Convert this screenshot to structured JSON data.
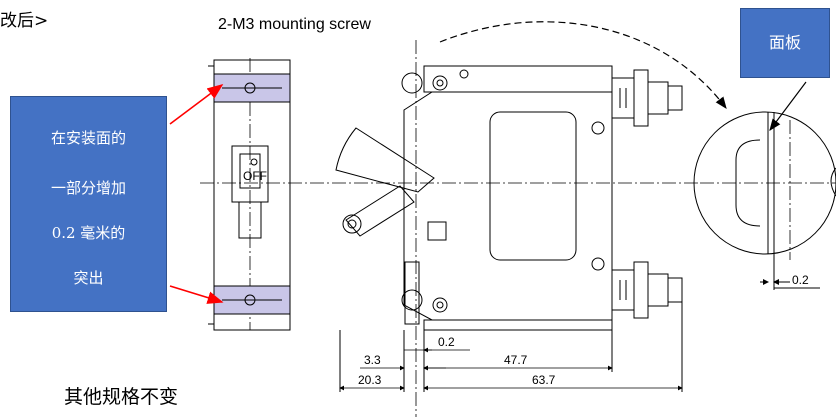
{
  "header_fragment": "改后>",
  "screw_label": "2-M3 mounting screw",
  "left_callout": {
    "lines": [
      "在安装面的",
      "一部分增加",
      "0.2 毫米的",
      "突出"
    ]
  },
  "right_callout": {
    "label": "面板"
  },
  "switch_label": "OFF",
  "dimensions": {
    "d_0_2_bottom": "0.2",
    "d_3_3": "3.3",
    "d_47_7": "47.7",
    "d_20_3": "20.3",
    "d_63_7": "63.7",
    "d_0_2_detail": "0.2"
  },
  "footnote": "其他规格不变",
  "colors": {
    "callout_fill": "#4472c4",
    "callout_border": "#2f528f",
    "highlight_fill": "#c9c6e8",
    "arrow_red": "#ff0000"
  }
}
